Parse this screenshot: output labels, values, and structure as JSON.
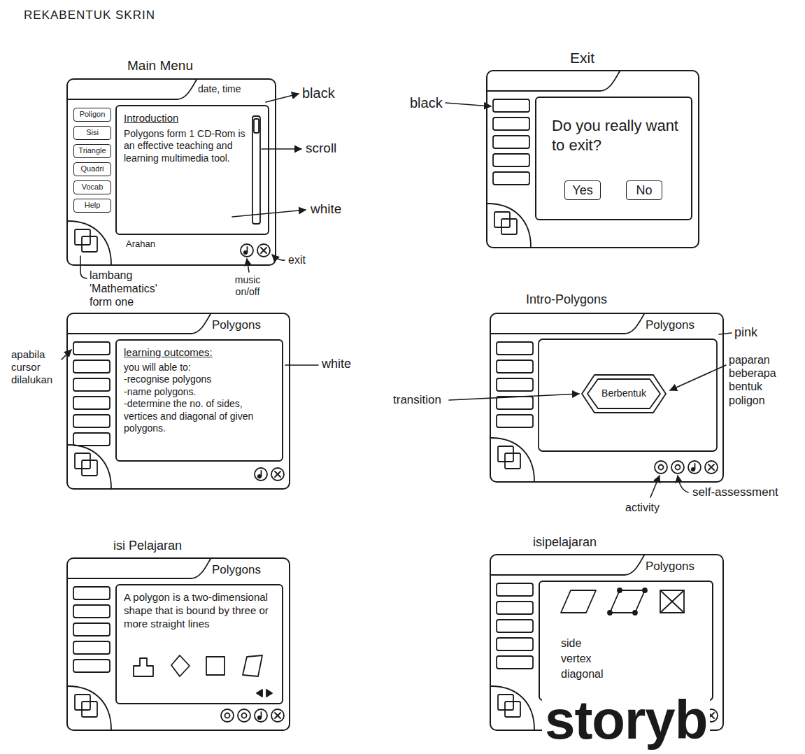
{
  "diagram": {
    "title": "REKABENTUK SKRIN",
    "nodes": [
      {
        "text": [
          "Main Menu",
          "date, time"
        ]
      },
      {
        "text": [
          "Introduction",
          "Polygons form 1 CD-Rom is an effective teaching and learning multimedia tool."
        ],
        "in": 0
      },
      {
        "text": [
          "Poligon"
        ],
        "in": 0
      },
      {
        "text": [
          "Sisi"
        ],
        "in": 0
      },
      {
        "text": [
          "Triangle"
        ],
        "in": 0
      },
      {
        "text": [
          "Quadri"
        ],
        "in": 0
      },
      {
        "text": [
          "Vocab"
        ],
        "in": 0
      },
      {
        "text": [
          "Help"
        ],
        "in": 0
      },
      {
        "text": [
          "Exit"
        ]
      },
      {
        "text": [
          "Do you really want to exit?"
        ],
        "in": 8
      },
      {
        "text": [
          "Yes"
        ],
        "in": 9
      },
      {
        "text": [
          "No"
        ],
        "in": 9
      },
      {
        "text": [
          "Polygons"
        ]
      },
      {
        "text": [
          "learning outcomes:",
          "you will able to:",
          "-recognise polygons",
          "-name polygons.",
          "-determine the no. of sides, vertices and diagonal of given polygons."
        ],
        "in": 12
      },
      {
        "text": [
          "Intro-Polygons",
          "Polygons"
        ]
      },
      {
        "text": [
          "Berbentuk"
        ],
        "in": 14
      },
      {
        "text": [
          "isi Pelajaran",
          "Polygons"
        ]
      },
      {
        "text": [
          "A polygon is a two-dimensional shape that is bound by three or more straight lines"
        ],
        "in": 16
      },
      {
        "text": [
          "isipelajaran",
          "Polygons"
        ]
      },
      {
        "text": [
          "side",
          "vertex",
          "diagonal"
        ],
        "in": 18
      }
    ],
    "labels": [
      "black",
      "scroll",
      "white",
      "Arahan",
      "lambang 'Mathematics' form one",
      "music on/off",
      "exit",
      "black",
      "apabila cursor dilalukan",
      "white",
      "pink",
      "paparan beberapa bentuk poligon",
      "transition",
      "activity",
      "self-assessment",
      "storyb"
    ]
  }
}
